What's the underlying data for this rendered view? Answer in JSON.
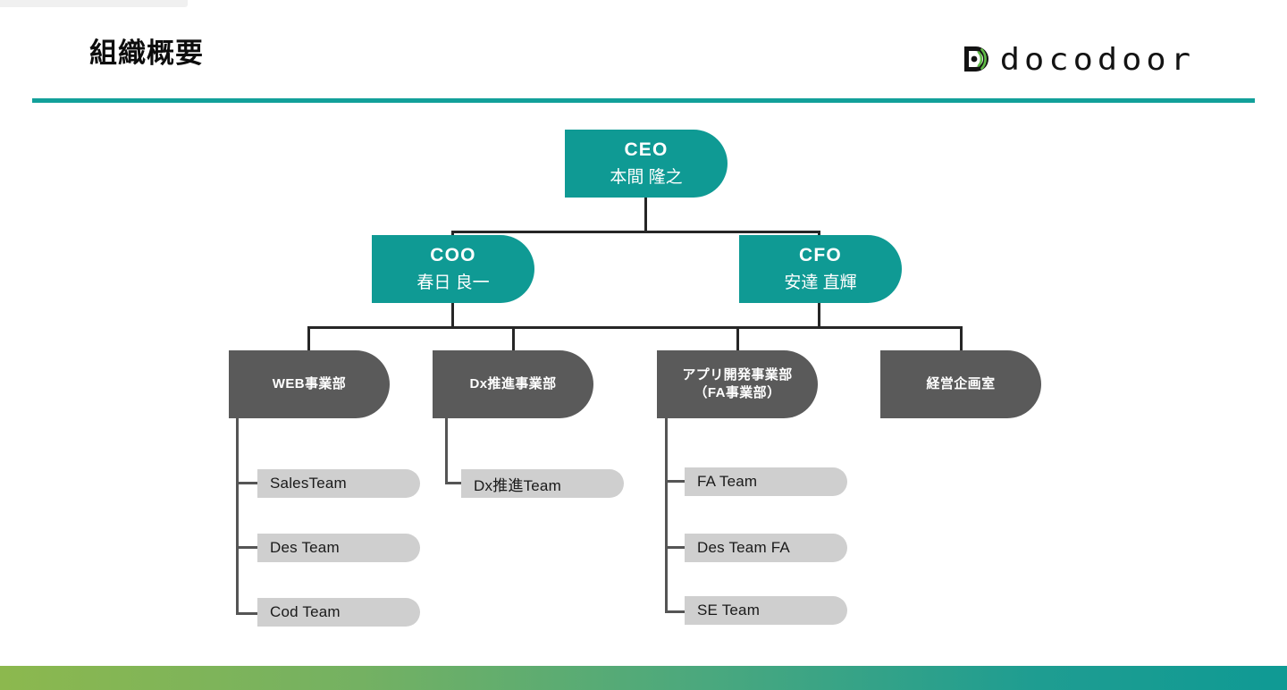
{
  "header": {
    "title": "組織概要",
    "logo_text": "docodoor",
    "logo_mark_name": "docodoor-d-signal-icon"
  },
  "colors": {
    "accent_teal": "#0f9a94",
    "dept_gray": "#5a5a5a",
    "team_gray": "#cfcfcf",
    "line_dark": "#262626",
    "line_gray": "#555555",
    "footer_gradient_start": "#8cb84e",
    "footer_gradient_end": "#0f9a94"
  },
  "org": {
    "ceo": {
      "role": "CEO",
      "person": "本間 隆之"
    },
    "coo": {
      "role": "COO",
      "person": "春日 良一"
    },
    "cfo": {
      "role": "CFO",
      "person": "安達 直輝"
    },
    "departments": [
      {
        "id": "web",
        "line1": "WEB事業部",
        "line2": ""
      },
      {
        "id": "dx",
        "line1": "Dx推進事業部",
        "line2": ""
      },
      {
        "id": "app",
        "line1": "アプリ開発事業部",
        "line2": "（FA事業部）"
      },
      {
        "id": "plan",
        "line1": "経営企画室",
        "line2": ""
      }
    ],
    "teams": {
      "web": [
        "SalesTeam",
        "Des Team",
        "Cod Team"
      ],
      "dx": [
        "Dx推進Team"
      ],
      "app": [
        "FA Team",
        "Des Team FA",
        "SE Team"
      ]
    }
  }
}
